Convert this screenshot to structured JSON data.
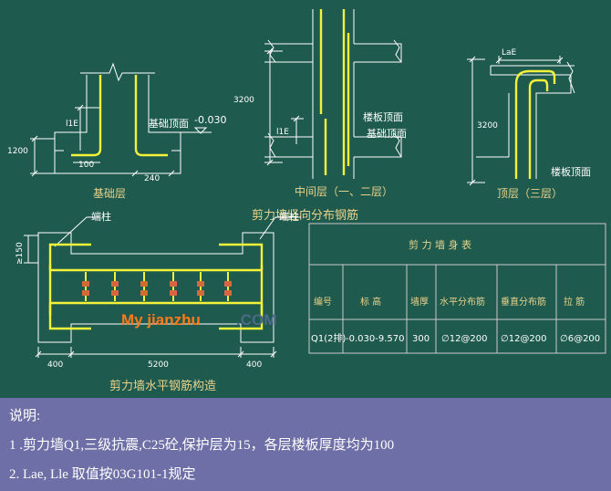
{
  "drawings": {
    "foundation": {
      "caption": "基础层",
      "l1e": "l1E",
      "top_label": "基础顶面",
      "top_elev": "-0.030",
      "h1200": "1200",
      "d100": "100",
      "d240": "240"
    },
    "middle": {
      "caption": "中间层（一、二层）",
      "h3200": "3200",
      "l1e": "l1E",
      "floor_top": "楼板顶面",
      "found_top": "基础顶面"
    },
    "top": {
      "caption": "顶层（三层）",
      "lae": "LaE",
      "h3200": "3200",
      "floor_top": "楼板顶面"
    },
    "vertical_caption": "剪力墙竖向分布钢筋",
    "horizontal": {
      "caption": "剪力墙水平钢筋构造",
      "end_col_left": "端柱",
      "end_col_right": "端柱",
      "side_dim": "≥150",
      "d400_left": "400",
      "d5200": "5200",
      "d400_right": "400"
    }
  },
  "watermark": {
    "part1": "My jianzhu",
    "part2": ".COM"
  },
  "table": {
    "title": "剪 力 墙 身 表",
    "headers": [
      "编号",
      "标 高",
      "墙厚",
      "水平分布筋",
      "垂直分布筋",
      "拉 筋"
    ],
    "rows": [
      [
        "Q1(2排)",
        "-0.030-9.570",
        "300",
        "∅12@200",
        "∅12@200",
        "∅6@200"
      ]
    ]
  },
  "notes": {
    "heading": "说明:",
    "line1": "1 .剪力墙Q1,三级抗震,C25砼,保护层为15，各层楼板厚度均为100",
    "line2": "2. Lae, Lle 取值按03G101-1规定"
  },
  "colors": {
    "background": "#1f5a4e",
    "rebar": "#f2f23a",
    "lines": "#ffffff",
    "caption": "#e8d28a",
    "notes_panel": "#6e6fa7",
    "watermark_orange": "#ff7a18"
  }
}
